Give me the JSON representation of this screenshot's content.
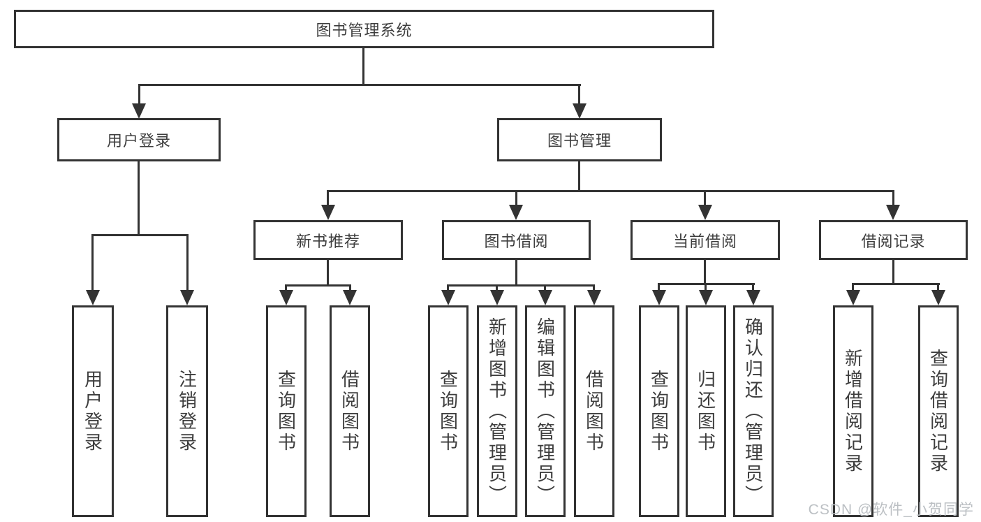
{
  "diagram": {
    "root_label": "图书管理系统",
    "branches": [
      {
        "label": "用户登录",
        "leaves": [
          "用户登录",
          "注销登录"
        ]
      },
      {
        "label": "图书管理",
        "groups": [
          {
            "label": "新书推荐",
            "leaves": [
              "查询图书",
              "借阅图书"
            ]
          },
          {
            "label": "图书借阅",
            "leaves": [
              "查询图书",
              "新增图书（管理员）",
              "编辑图书（管理员）",
              "借阅图书"
            ]
          },
          {
            "label": "当前借阅",
            "leaves": [
              "查询图书",
              "归还图书",
              "确认归还（管理员）"
            ]
          },
          {
            "label": "借阅记录",
            "leaves": [
              "新增借阅记录",
              "查询借阅记录"
            ]
          }
        ]
      }
    ],
    "colors": {
      "line": "#333333",
      "text": "#3d3d3d",
      "background": "#ffffff",
      "watermark": "#bcc0c4"
    }
  },
  "watermark": {
    "text": "CSDN @软件_小贺同学"
  }
}
